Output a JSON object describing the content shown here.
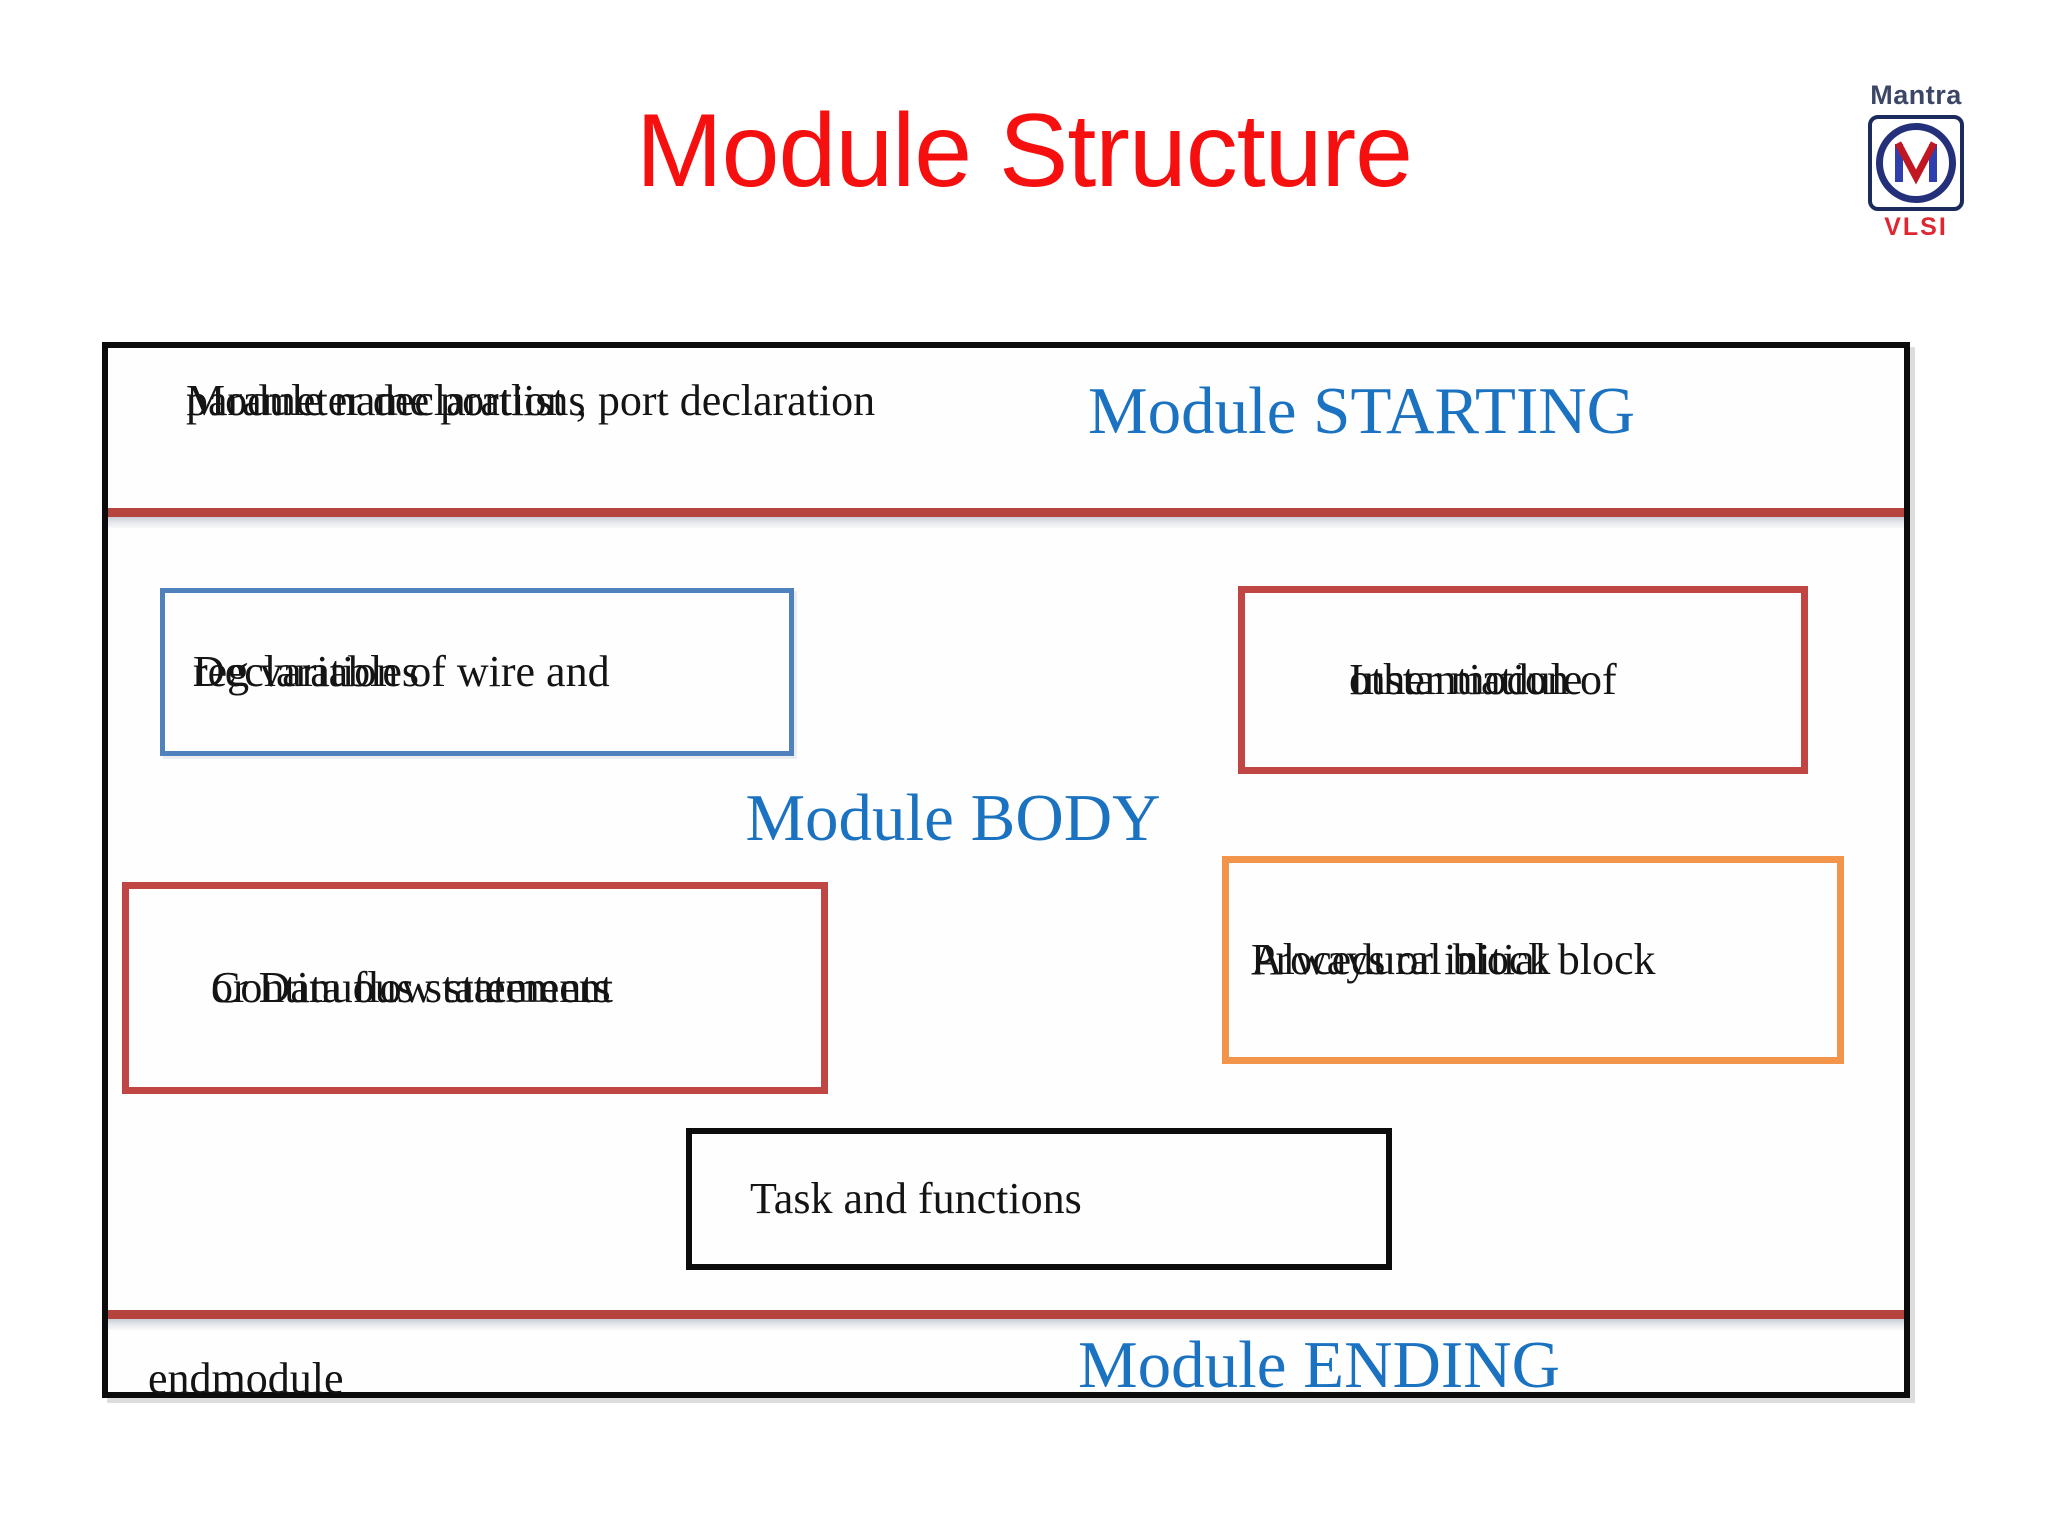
{
  "title": "Module Structure",
  "logo": {
    "name": "Mantra",
    "letter_icon": "m-monogram-icon",
    "caption": "VLSI"
  },
  "colors": {
    "title_red": "#f50f0f",
    "label_blue": "#1b72c0",
    "divider_red": "#b5443f",
    "box_blue_border": "#4f81bd",
    "box_red_border": "#bf4642",
    "box_orange_border": "#f2954a",
    "frame_black": "#0c0c0c",
    "text_black": "#141414",
    "logo_navy": "#25307a",
    "logo_red": "#de2731"
  },
  "diagram": {
    "starting": {
      "lines": [
        "Module name portlist , port declaration",
        "parameter declarations"
      ],
      "label": "Module STARTING"
    },
    "body": {
      "label": "Module BODY",
      "boxes": {
        "declaration": {
          "lines": [
            "Declaration of wire and",
            "reg variables"
          ]
        },
        "instantiation": {
          "lines": [
            "Instantiation of",
            "other module"
          ]
        },
        "continuous": {
          "lines": [
            "Continuous statements",
            "or Data flow statement"
          ]
        },
        "procedural": {
          "lines": [
            "Procedural block",
            "Always or initial block"
          ]
        },
        "task": {
          "lines": [
            "Task and functions"
          ]
        }
      }
    },
    "ending": {
      "code": "endmodule",
      "label": "Module ENDING"
    }
  }
}
